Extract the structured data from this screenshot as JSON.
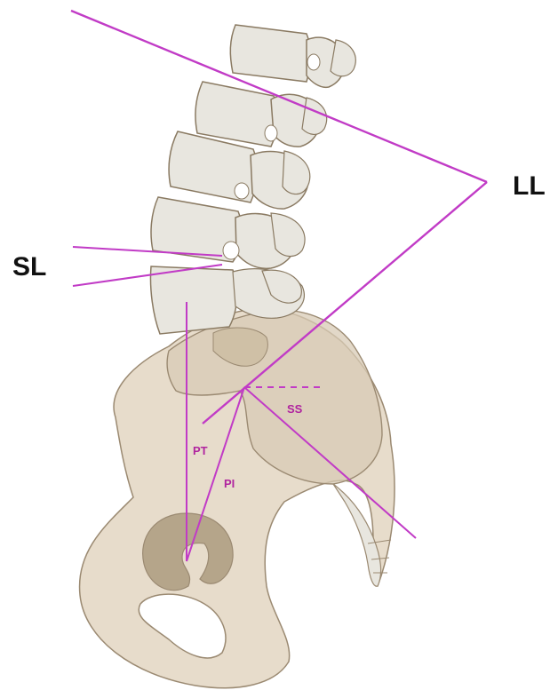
{
  "labels": {
    "lumbar_lordosis": "LL",
    "segmental_lordosis": "SL",
    "pelvic_tilt": "PT",
    "pelvic_incidence": "PI",
    "sacral_slope": "SS"
  },
  "colors": {
    "line": "#c13bc6",
    "label_text": "#111111",
    "small_label": "#b0249f",
    "vertebra_fill": "#e8e6df",
    "vertebra_stroke": "#8a7a62",
    "pelvis_fill": "#e7dccb",
    "pelvis_stroke": "#9b8a72",
    "sacrum_fill": "#d8cbb6",
    "acetabulum_fill": "#b5a58a",
    "background": "#ffffff"
  }
}
